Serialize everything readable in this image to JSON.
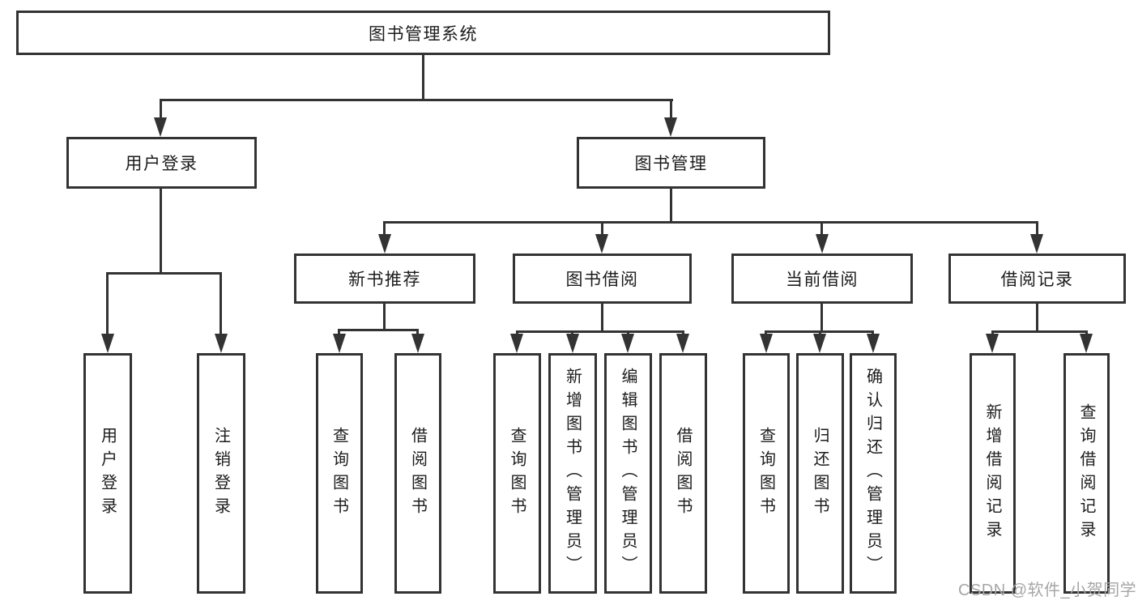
{
  "diagram": {
    "type": "hierarchy-tree",
    "watermark": "CSDN @软件_小贺同学",
    "colors": {
      "line": "#333333",
      "text": "#1c1c1c",
      "background": "#ffffff",
      "watermark": "#a6a6a6"
    },
    "tree": {
      "label": "图书管理系统",
      "children": [
        {
          "label": "用户登录",
          "children": [
            {
              "label": "用户登录"
            },
            {
              "label": "注销登录"
            }
          ]
        },
        {
          "label": "图书管理",
          "children": [
            {
              "label": "新书推荐",
              "children": [
                {
                  "label": "查询图书"
                },
                {
                  "label": "借阅图书"
                }
              ]
            },
            {
              "label": "图书借阅",
              "children": [
                {
                  "label": "查询图书"
                },
                {
                  "label": "新增图书（管理员）"
                },
                {
                  "label": "编辑图书（管理员）"
                },
                {
                  "label": "借阅图书"
                }
              ]
            },
            {
              "label": "当前借阅",
              "children": [
                {
                  "label": "查询图书"
                },
                {
                  "label": "归还图书"
                },
                {
                  "label": "确认归还（管理员）"
                }
              ]
            },
            {
              "label": "借阅记录",
              "children": [
                {
                  "label": "新增借阅记录"
                },
                {
                  "label": "查询借阅记录"
                }
              ]
            }
          ]
        }
      ]
    }
  }
}
